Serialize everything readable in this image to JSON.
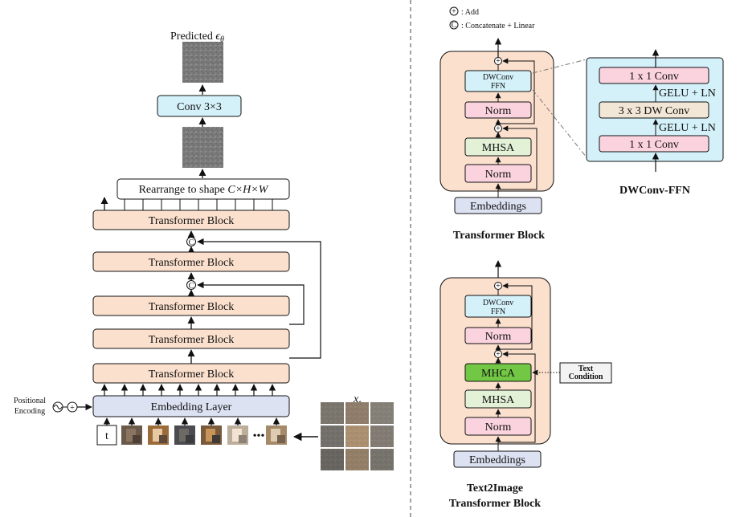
{
  "left": {
    "predicted_label": "Predicted ",
    "predicted_symbol": "ϵ",
    "predicted_sub": "θ",
    "conv_label": "Conv 3×3",
    "rearrange_label": "Rearrange to shape ",
    "rearrange_shape": "C×H×W",
    "blocks": [
      "Transformer Block",
      "Transformer Block",
      "Transformer Block",
      "Transformer Block",
      "Transformer Block"
    ],
    "concat_symbol": "C",
    "add_symbol": "+",
    "embedding_label": "Embedding Layer",
    "positional_line1": "Positional",
    "positional_line2": "Encoding",
    "timestep_label": "t",
    "ellipsis": "•••",
    "xt_label": "x",
    "xt_sub": "t"
  },
  "legend": {
    "add_symbol": "+",
    "add_text": ": Add",
    "concat_symbol": "C",
    "concat_text": ": Concatenate + Linear"
  },
  "transformer_block": {
    "dwconv_line1": "DWConv",
    "dwconv_line2": "FFN",
    "norm_top": "Norm",
    "mhsa": "MHSA",
    "norm_bottom": "Norm",
    "embeddings": "Embeddings",
    "caption": "Transformer Block"
  },
  "dwconv_ffn": {
    "conv_top": "1 x 1 Conv",
    "act_top": "GELU + LN",
    "dw_conv": "3 x 3 DW Conv",
    "act_bottom": "GELU + LN",
    "conv_bottom": "1 x 1 Conv",
    "caption": "DWConv-FFN"
  },
  "t2i_block": {
    "dwconv_line1": "DWConv",
    "dwconv_line2": "FFN",
    "norm_top": "Norm",
    "mhca": "MHCA",
    "mhsa": "MHSA",
    "norm_bottom": "Norm",
    "embeddings": "Embeddings",
    "text_condition_line1": "Text",
    "text_condition_line2": "Condition",
    "caption_line1": "Text2Image",
    "caption_line2": "Transformer Block"
  },
  "colors": {
    "block_fill": "#fbe0cd",
    "embed_fill": "#dde2f3",
    "conv_fill": "#d4f1fa",
    "norm_fill": "#fbd3df",
    "mhsa_fill": "#e3f1d7",
    "mhca_fill": "#72c745",
    "dw_fill": "#f2e6d6",
    "panel_fill": "#fbe0cd"
  }
}
